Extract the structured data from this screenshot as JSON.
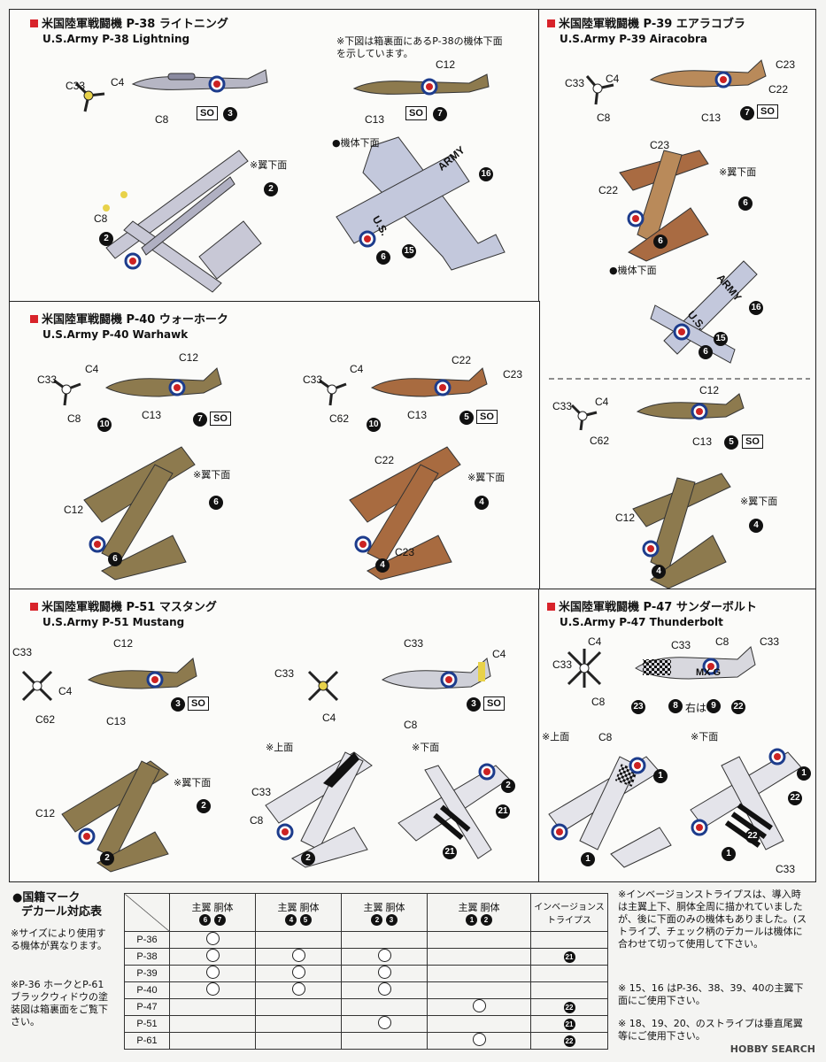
{
  "panels": {
    "p38": {
      "title": "米国陸軍戦闘機 P-38 ライトニング",
      "subtitle": "U.S.Army P-38 Lightning",
      "note": "※下図は箱裏面にあるP-38の機体下面を示しています。",
      "bottom_label": "●機体下面",
      "wing_note": "※翼下面",
      "army": "ARMY",
      "us": "U.S.",
      "labels": {
        "c33": "C33",
        "c4": "C4",
        "c8": "C8",
        "c8b": "C8",
        "c12": "C12",
        "c13": "C13"
      },
      "so1": "SO",
      "so2": "SO",
      "n3": "3",
      "n7": "7",
      "n2a": "2",
      "n2b": "2",
      "n16": "16",
      "n6": "6",
      "n15": "15"
    },
    "p39": {
      "title": "米国陸軍戦闘機 P-39 エアラコブラ",
      "subtitle": "U.S.Army P-39 Airacobra",
      "bottom_label": "●機体下面",
      "wing_note": "※翼下面",
      "army": "ARMY",
      "us": "U.S.",
      "labels": {
        "c33": "C33",
        "c4": "C4",
        "c8": "C8",
        "c23": "C23",
        "c22": "C22",
        "c13": "C13",
        "c23b": "C23",
        "c22b": "C22",
        "c33b": "C33",
        "c4b": "C4",
        "c62": "C62",
        "c12": "C12",
        "c13b": "C13",
        "c12b": "C12"
      },
      "so1": "SO",
      "so2": "SO",
      "n7": "7",
      "n6a": "6",
      "n6b": "6",
      "n16": "16",
      "n15": "15",
      "n6c": "6",
      "n5": "5",
      "n4a": "4",
      "n4b": "4"
    },
    "p40": {
      "title": "米国陸軍戦闘機 P-40 ウォーホーク",
      "subtitle": "U.S.Army P-40 Warhawk",
      "wing_note1": "※翼下面",
      "wing_note2": "※翼下面",
      "labels": {
        "c33": "C33",
        "c4": "C4",
        "c8": "C8",
        "c12": "C12",
        "c13": "C13",
        "c33b": "C33",
        "c4b": "C4",
        "c62": "C62",
        "c22": "C22",
        "c23": "C23",
        "c13b": "C13",
        "c12b": "C12",
        "c22b": "C22",
        "c23b": "C23"
      },
      "so1": "SO",
      "so2": "SO",
      "n10a": "10",
      "n7": "7",
      "n10b": "10",
      "n5": "5",
      "n6a": "6",
      "n6b": "6",
      "n4a": "4",
      "n4b": "4"
    },
    "p51": {
      "title": "米国陸軍戦闘機 P-51 マスタング",
      "subtitle": "U.S.Army P-51 Mustang",
      "wing_note": "※翼下面",
      "top_view": "※上面",
      "bottom_view": "※下面",
      "labels": {
        "c33": "C33",
        "c4": "C4",
        "c62": "C62",
        "c12": "C12",
        "c13": "C13",
        "c33b": "C33",
        "c4b": "C4",
        "c33c": "C33",
        "c4c": "C4",
        "c8": "C8",
        "c12b": "C12",
        "c33d": "C33",
        "c8b": "C8"
      },
      "so1": "SO",
      "so2": "SO",
      "n3a": "3",
      "n3b": "3",
      "n2a": "2",
      "n2b": "2",
      "n2c": "2",
      "n2d": "2",
      "n21a": "21",
      "n21b": "21"
    },
    "p47": {
      "title": "米国陸軍戦闘機 P-47 サンダーボルト",
      "subtitle": "U.S.Army P-47 Thunderbolt",
      "top_view": "※上面",
      "bottom_view": "※下面",
      "right_text": "右は",
      "mx": "MX G",
      "labels": {
        "c4": "C4",
        "c33": "C33",
        "c8": "C8",
        "c33b": "C33",
        "c8b": "C8",
        "c33c": "C33",
        "c8c": "C8",
        "c33d": "C33"
      },
      "n23": "23",
      "n8": "8",
      "n9": "9",
      "n22": "22",
      "n1a": "1",
      "n1b": "1",
      "n1c": "1",
      "n1d": "1",
      "n22b": "22",
      "n22c": "22",
      "n1e": "1"
    }
  },
  "table": {
    "heading1": "●国籍マーク",
    "heading2": "デカール対応表",
    "side_note1": "※サイズにより使用する機体が異なります。",
    "side_note2": "※P-36 ホークとP-61 ブラックウィドウの塗装図は箱裏面をご覧下さい。",
    "cols": [
      {
        "a": "主翼",
        "b": "胴体",
        "n1": "6",
        "n2": "7"
      },
      {
        "a": "主翼",
        "b": "胴体",
        "n1": "4",
        "n2": "5"
      },
      {
        "a": "主翼",
        "b": "胴体",
        "n1": "2",
        "n2": "3"
      },
      {
        "a": "主翼",
        "b": "胴体",
        "n1": "1",
        "n2": "2"
      }
    ],
    "last_col": "インベージョンストライプス",
    "rows": [
      {
        "name": "P-36",
        "marks": [
          1,
          0,
          0,
          0
        ],
        "stripe": ""
      },
      {
        "name": "P-38",
        "marks": [
          1,
          1,
          1,
          0
        ],
        "stripe": "21"
      },
      {
        "name": "P-39",
        "marks": [
          1,
          1,
          1,
          0
        ],
        "stripe": ""
      },
      {
        "name": "P-40",
        "marks": [
          1,
          1,
          1,
          0
        ],
        "stripe": ""
      },
      {
        "name": "P-47",
        "marks": [
          0,
          0,
          0,
          1
        ],
        "stripe": "22"
      },
      {
        "name": "P-51",
        "marks": [
          0,
          0,
          1,
          0
        ],
        "stripe": "21"
      },
      {
        "name": "P-61",
        "marks": [
          0,
          0,
          0,
          1
        ],
        "stripe": "22"
      }
    ],
    "right_note1": "※インベージョンストライプスは、導入時は主翼上下、胴体全周に描かれていましたが、後に下面のみの機体もありました。(ストライプ、チェック柄のデカールは機体に合わせて切って使用して下さい。",
    "right_note2": "※ 15、16 はP-36、38、39、40の主翼下面にご使用下さい。",
    "right_note3": "※ 18、19、20、のストライプは垂直尾翼等にご使用下さい。"
  },
  "watermark": "HOBBY SEARCH"
}
